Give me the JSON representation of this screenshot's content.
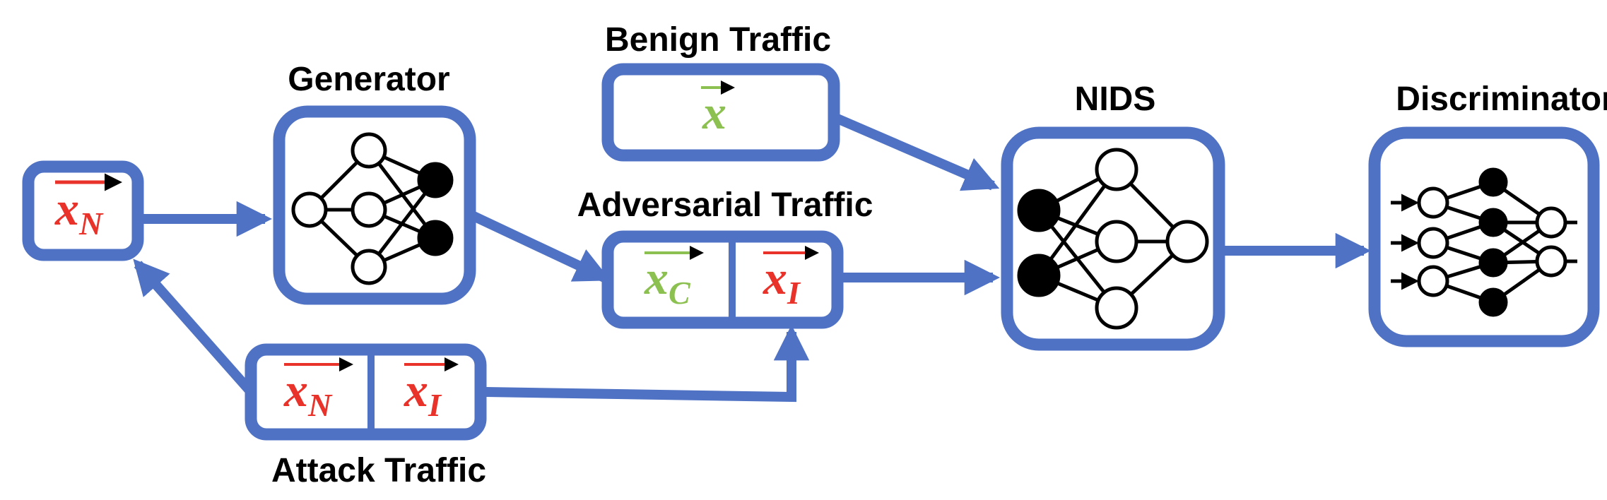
{
  "labels": {
    "generator": "Generator",
    "benign_traffic": "Benign Traffic",
    "adversarial_traffic": "Adversarial Traffic",
    "nids": "NIDS",
    "discriminator": "Discriminator",
    "attack_traffic": "Attack Traffic"
  },
  "vectors": {
    "noise": {
      "symbol": "x",
      "subscript": "N"
    },
    "benign": {
      "symbol": "x",
      "subscript": ""
    },
    "adv_c": {
      "symbol": "x",
      "subscript": "C"
    },
    "adv_i": {
      "symbol": "x",
      "subscript": "I"
    },
    "attack_n": {
      "symbol": "x",
      "subscript": "N"
    },
    "attack_i": {
      "symbol": "x",
      "subscript": "I"
    }
  },
  "colors": {
    "box_stroke": "#4f72c4",
    "arrow": "#4f72c4",
    "functional_feature": "#e8322a",
    "nonfunctional_feature": "#8cc152",
    "neuron_active": "#000000",
    "neuron_inactive": "#ffffff"
  }
}
